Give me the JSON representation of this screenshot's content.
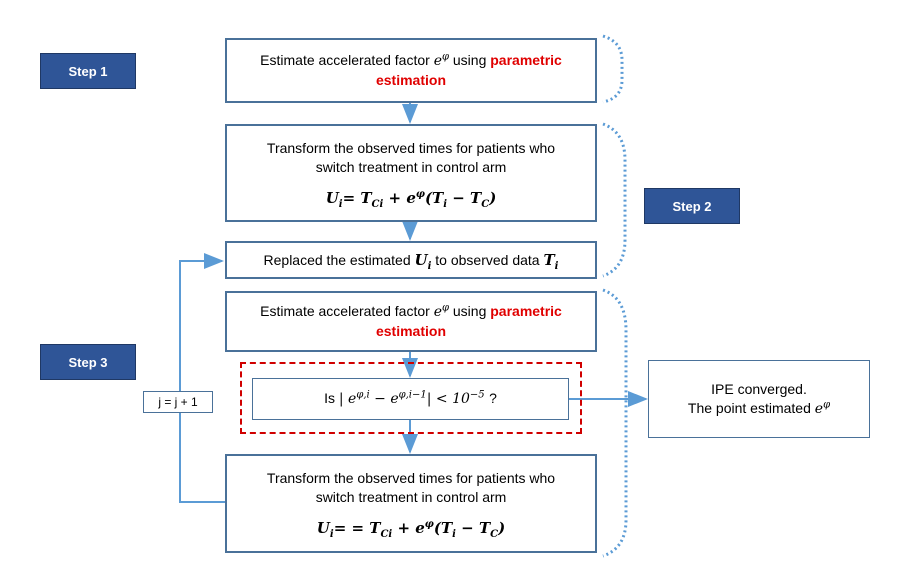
{
  "steps": {
    "step1": "Step 1",
    "step2": "Step 2",
    "step3": "Step 3"
  },
  "box1": {
    "text_pre": "Estimate accelerated factor",
    "factor": "e",
    "factor_sup": "φ",
    "text_mid": "using",
    "red": "parametric estimation"
  },
  "box2": {
    "line1": "Transform the observed times for patients who",
    "line2": "switch treatment in control arm",
    "formula_lhs": "U",
    "formula_lhs_sub": "i",
    "formula_eq": "= T",
    "formula_sub_ci": "Ci",
    "formula_rest": "+ e",
    "formula_sup": "φ",
    "formula_tail": "(T",
    "formula_ti_sub": "i",
    "formula_minus": " − T",
    "formula_tc_sub": "C",
    "formula_close": ")"
  },
  "box3": {
    "text_pre": "Replaced the estimated",
    "u": "U",
    "u_sub": "i",
    "text_mid": "to observed data",
    "t": "T",
    "t_sub": "i"
  },
  "box4": {
    "text_pre": "Estimate accelerated factor",
    "factor": "e",
    "factor_sup": "φ",
    "text_mid": "using",
    "red": "parametric estimation"
  },
  "box5": {
    "is": "Is",
    "cond_pre": "| e",
    "sup1": "φ,i",
    "mid": " − e",
    "sup2": "φ,i−1",
    "cond_post": "| < 10",
    "exp": "−5",
    "q": "?"
  },
  "box6": {
    "line1": "Transform the observed times for patients who",
    "line2": "switch treatment in control arm",
    "formula_lhs": "U",
    "formula_lhs_sub": "i",
    "formula_eq": "= = T",
    "formula_sub_ci": "Ci",
    "formula_rest": "+ e",
    "formula_sup": "φ",
    "formula_tail": "(T",
    "formula_ti_sub": "i",
    "formula_minus": " − T",
    "formula_tc_sub": "C",
    "formula_close": ")"
  },
  "converged": {
    "line1": "IPE converged.",
    "line2_pre": "The point estimated",
    "factor": "e",
    "factor_sup": "φ"
  },
  "loop_label": "j = j + 1",
  "colors": {
    "step_fill": "#2f5597",
    "box_border": "#4a7199",
    "arrow": "#5b9bd5",
    "red": "#e00000"
  }
}
